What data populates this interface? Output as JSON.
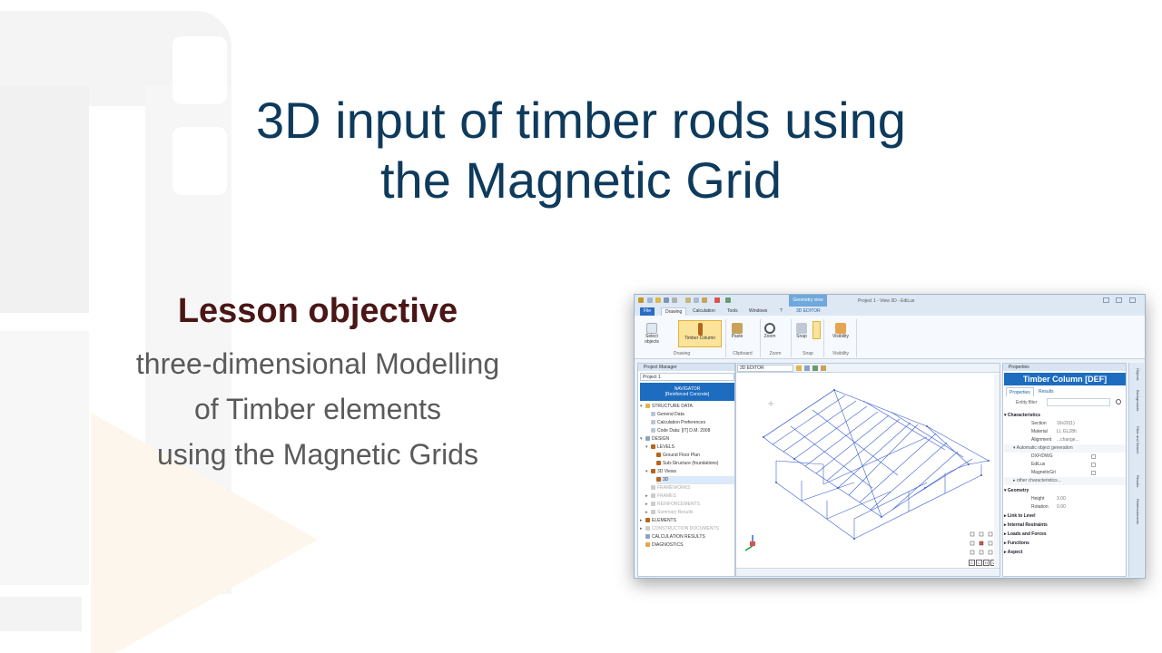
{
  "title": {
    "line1": "3D input of timber rods using",
    "line2": "the Magnetic Grid"
  },
  "lesson": {
    "heading": "Lesson objective",
    "line1": "three-dimensional Modelling",
    "line2": "of Timber elements",
    "line3": "using the Magnetic Grids"
  },
  "app": {
    "window_title": "Project 1 - View 3D - EdiLus",
    "contextual_tab": "Geometry view",
    "contextual_sub": "3D EDITOR",
    "ribbon_tabs": [
      "File",
      "Drawing",
      "Calculation",
      "Tools",
      "Windows",
      "?"
    ],
    "ribbon": {
      "select": "Select objects",
      "timber": "Timber Column",
      "paste": "Paste",
      "zoom": "Zoom",
      "snap": "Snap",
      "visibility": "Visibility",
      "group_drawing": "Drawing",
      "group_clipboard": "Clipboard",
      "group_zoom": "Zoom",
      "group_snap": "Snap",
      "group_visibility": "Visibility"
    },
    "project_manager": {
      "header": "Project Manager",
      "project": "Project 1",
      "navigator_line1": "NAVIGATOR",
      "navigator_line2": "[Reinforced Concrete]",
      "tree": [
        "STRUCTURE DATA",
        "General Data",
        "Calculation Preferences",
        "Code Data: [IT] D.M. 2008",
        "DESIGN",
        "LEVELS",
        "Ground Floor Plan",
        "Sub-Structure (foundations)",
        "3D Views",
        "3D",
        "FRAMEWORKS",
        "FRAMES",
        "REINFORCEMENTS",
        "Summary Results",
        "ELEMENTS",
        "CONSTRUCTION DOCUMENTS",
        "CALCULATION RESULTS",
        "DIAGNOSTICS"
      ]
    },
    "editor": {
      "view": "3D EDITOR"
    },
    "properties": {
      "header": "Properties",
      "title": "Timber Column [DEF]",
      "tab_properties": "Properties",
      "tab_results": "Results",
      "entity_filter": "Entity filter",
      "cat_characteristics": "Characteristics",
      "section_k": "Section",
      "section_v": "16x20(1)",
      "material_k": "Material",
      "material_v": "LL GL28h",
      "alignment_k": "Alignment",
      "alignment_v": "...change...",
      "auto_gen": "Automatic object generation",
      "dxf": "DXF/DWG",
      "edilus": "EdiLus",
      "magnetic": "MagneticGri",
      "other": "other characteristics...",
      "cat_geometry": "Geometry",
      "height_k": "Height",
      "height_v": "3.00",
      "rotation_k": "Rotation",
      "rotation_v": "0.00",
      "link_level": "Link to Level",
      "internal": "Internal Restraints",
      "loads": "Loads and Forces",
      "functions": "Functions",
      "aspect": "Aspect"
    },
    "side_tabs": [
      "Objects",
      "Backgrounds",
      "Filter and Search",
      "Results",
      "Reinforcements"
    ]
  }
}
